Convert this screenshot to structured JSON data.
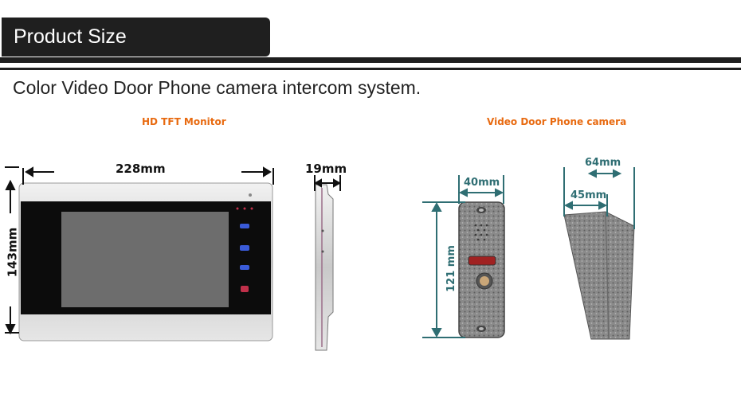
{
  "header": {
    "title": "Product Size"
  },
  "subtitle": "Color Video Door Phone camera intercom system.",
  "monitor": {
    "label": "HD TFT Monitor",
    "width_label": "228mm",
    "height_label": "143mm",
    "depth_label": "19mm"
  },
  "camera": {
    "label": "Video Door Phone camera",
    "width_label": "40mm",
    "height_label": "121 mm",
    "hood_outer_label": "64mm",
    "hood_inner_label": "45mm"
  },
  "colors": {
    "accent": "#e86a10",
    "dimension_teal": "#2f6e73",
    "dark": "#1f1f1f"
  }
}
